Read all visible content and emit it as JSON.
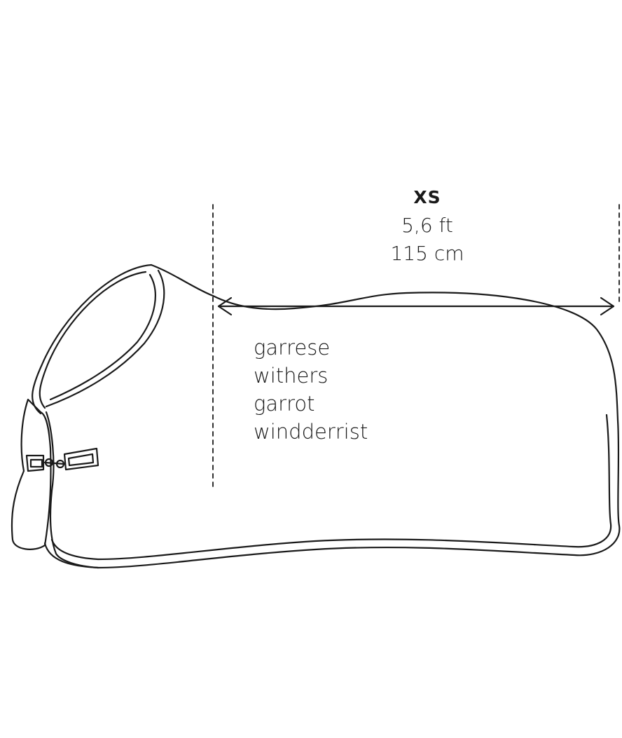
{
  "size": {
    "code": "XS",
    "length_ft": "5,6 ft",
    "length_cm": "115 cm"
  },
  "withers_labels": [
    "garrese",
    "withers",
    "garrot",
    "windderrist"
  ],
  "colors": {
    "stroke": "#1a1a1a",
    "background": "#ffffff"
  }
}
